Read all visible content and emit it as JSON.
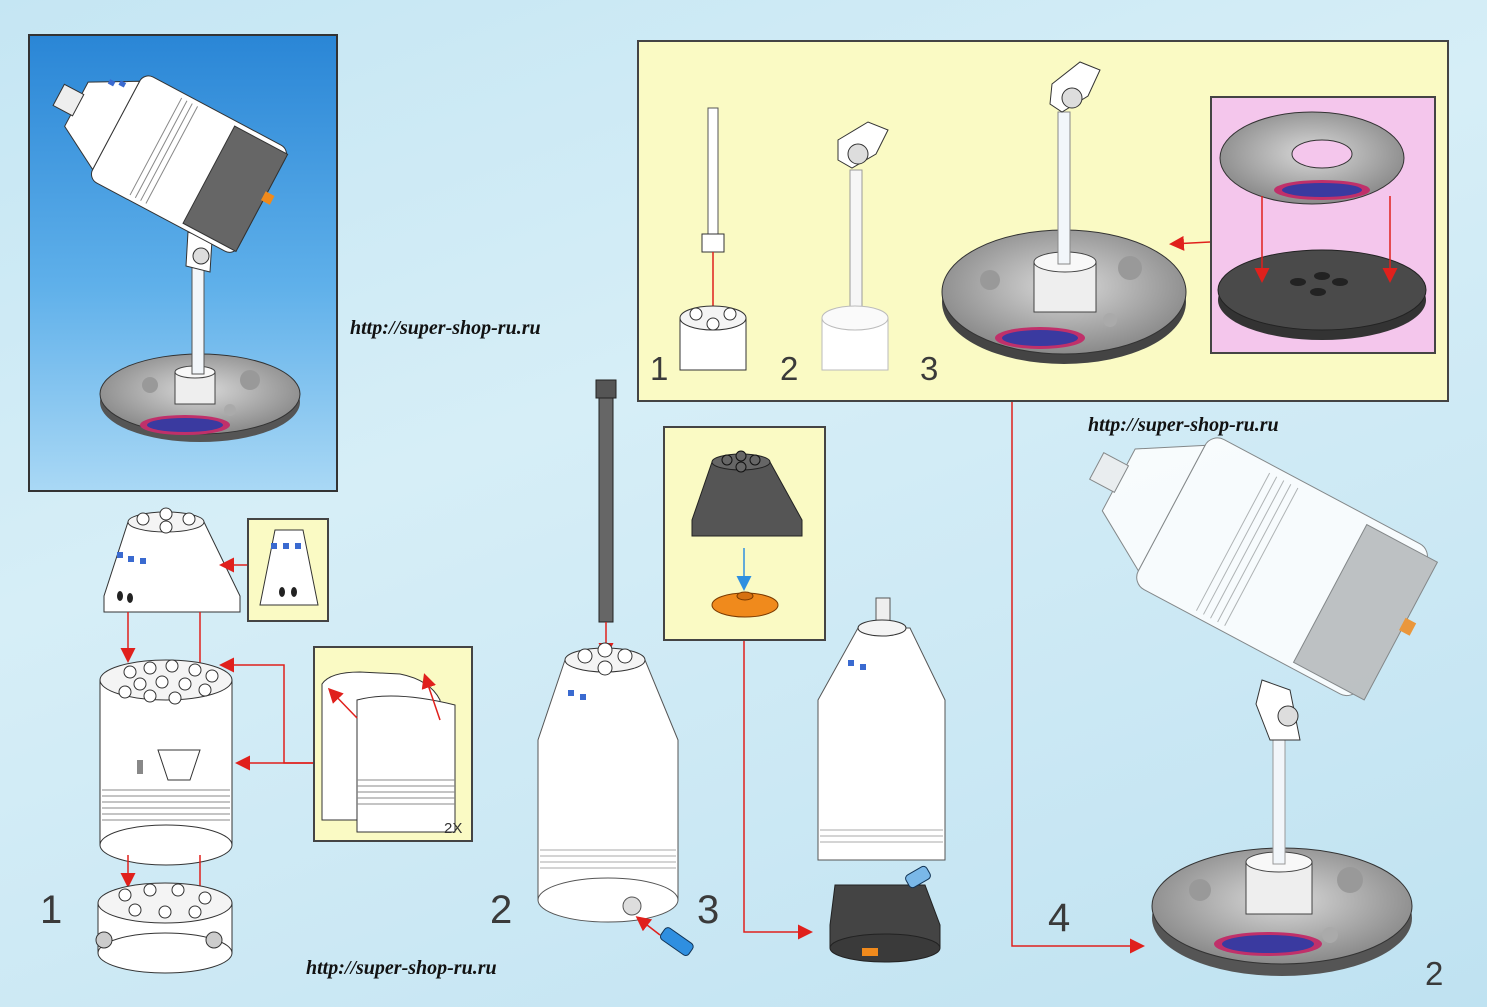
{
  "watermarks": {
    "url_1": "http://super-shop-ru.ru",
    "url_2": "http://super-shop-ru.ru",
    "url_3": "http://super-shop-ru.ru"
  },
  "top_panel_steps": [
    "1",
    "2",
    "3"
  ],
  "bottom_steps": [
    "1",
    "2",
    "3",
    "4"
  ],
  "multiplier_label": "2X",
  "page_number": "2",
  "colors": {
    "background": "#cbe8f4",
    "yellow_panel": "#fafac4",
    "pink_panel": "#f4c6ec",
    "blue_panel": "#2a86d6",
    "arrow": "#e0201c",
    "orange_part": "#f08a1c",
    "blue_part": "#2f8fe0"
  },
  "icons": [
    "capsule-model-icon",
    "display-stand-icon",
    "moon-base-icon",
    "arrow-icon"
  ]
}
